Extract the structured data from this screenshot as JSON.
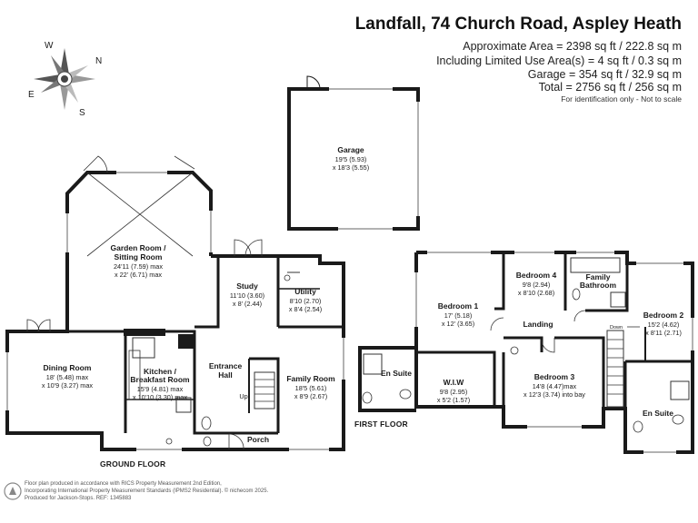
{
  "header": {
    "title": "Landfall, 74 Church Road, Aspley Heath",
    "approx_area": "Approximate Area = 2398 sq ft / 222.8 sq m",
    "limited_use": "Including Limited Use Area(s) = 4 sq ft / 0.3 sq m",
    "garage": "Garage = 354 sq ft / 32.9 sq m",
    "total": "Total = 2756 sq ft / 256 sq m",
    "disclaimer": "For identification only - Not to scale"
  },
  "compass": {
    "n": "N",
    "s": "S",
    "e": "E",
    "w": "W",
    "icon": "compass-rose-icon"
  },
  "rooms": {
    "garage": {
      "name": "Garage",
      "dims": [
        "19'5 (5.93)",
        "x 18'3 (5.55)"
      ]
    },
    "garden_room": {
      "name": [
        "Garden Room /",
        "Sitting Room"
      ],
      "dims": [
        "24'11 (7.59) max",
        "x 22' (6.71) max"
      ]
    },
    "study": {
      "name": "Study",
      "dims": [
        "11'10 (3.60)",
        "x 8' (2.44)"
      ]
    },
    "utility": {
      "name": "Utility",
      "dims": [
        "8'10 (2.70)",
        "x 8'4 (2.54)"
      ]
    },
    "dining": {
      "name": "Dining Room",
      "dims": [
        "18' (5.48) max",
        "x 10'9 (3.27) max"
      ]
    },
    "kitchen": {
      "name": [
        "Kitchen /",
        "Breakfast Room"
      ],
      "dims": [
        "15'9 (4.81) max",
        "x 10'10 (3.30) max"
      ]
    },
    "entrance": {
      "name": [
        "Entrance",
        "Hall"
      ],
      "up": "Up"
    },
    "family": {
      "name": "Family Room",
      "dims": [
        "18'5 (5.61)",
        "x 8'9 (2.67)"
      ]
    },
    "porch": {
      "name": "Porch"
    },
    "bed1": {
      "name": "Bedroom 1",
      "dims": [
        "17' (5.18)",
        "x 12' (3.65)"
      ]
    },
    "bed4": {
      "name": "Bedroom 4",
      "dims": [
        "9'8 (2.94)",
        "x 8'10 (2.68)"
      ]
    },
    "bath": {
      "name": [
        "Family",
        "Bathroom"
      ]
    },
    "bed2": {
      "name": "Bedroom 2",
      "dims": [
        "15'2 (4.62)",
        "x 8'11 (2.71)"
      ]
    },
    "landing": {
      "name": "Landing",
      "down": "Down"
    },
    "ensuite1": {
      "name": "En Suite"
    },
    "wiw": {
      "name": "W.I.W",
      "dims": [
        "9'8 (2.95)",
        "x 5'2 (1.57)"
      ]
    },
    "bed3": {
      "name": "Bedroom 3",
      "dims": [
        "14'8 (4.47)max",
        "x 12'3 (3.74) into bay"
      ]
    },
    "ensuite2": {
      "name": "En Suite"
    }
  },
  "floors": {
    "ground": "GROUND FLOOR",
    "first": "FIRST FLOOR"
  },
  "footer": {
    "line1": "Floor plan produced in accordance with RICS Property Measurement 2nd Edition,",
    "line2": "Incorporating International Property Measurement Standards (IPMS2 Residential).  © nichecom 2025.",
    "line3": "Produced for Jackson-Stops.   REF: 1345883",
    "logo_icon": "nichecom-logo-icon"
  },
  "colors": {
    "wall": "#1a1a1a",
    "paper": "#ffffff",
    "window": "#9a9a9a"
  }
}
